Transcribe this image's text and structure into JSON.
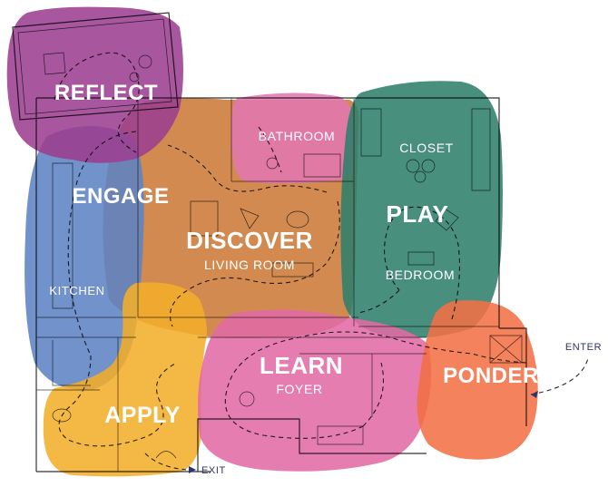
{
  "colors": {
    "reflect": "#9c3f91",
    "engage": "#5f83c4",
    "discover": "#cc7a38",
    "bathroom": "#e277b1",
    "play": "#2f7f6c",
    "apply": "#f2ae2a",
    "learn": "#e36ba6",
    "ponder": "#f27146",
    "nav": "#2f3468"
  },
  "zones": {
    "reflect": {
      "label": "REFLECT"
    },
    "engage": {
      "label": "ENGAGE"
    },
    "discover": {
      "label": "DISCOVER"
    },
    "play": {
      "label": "PLAY"
    },
    "apply": {
      "label": "APPLY"
    },
    "learn": {
      "label": "LEARN"
    },
    "ponder": {
      "label": "PONDER"
    }
  },
  "rooms": {
    "living_room": "LIVING ROOM",
    "bathroom": "BATHROOM",
    "closet": "CLOSET",
    "bedroom": "BEDROOM",
    "kitchen": "KITCHEN",
    "foyer": "FOYER"
  },
  "nav": {
    "enter": "ENTER",
    "exit": "EXIT"
  }
}
